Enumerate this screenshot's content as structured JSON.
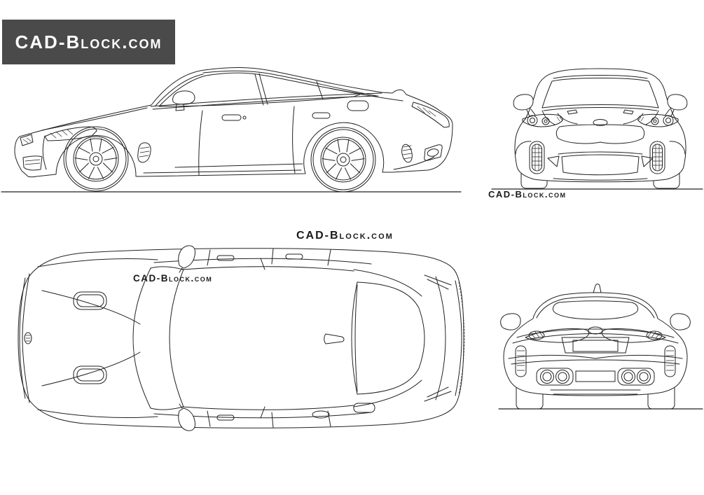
{
  "logo": {
    "text": "CAD-Block.com"
  },
  "watermarks": {
    "front_view": "CAD-Block.com",
    "top_above": "CAD-Block.com",
    "top_inner": "CAD-Block.com"
  },
  "colors": {
    "background": "#ffffff",
    "line": "#222222",
    "logo_bg": "#4a4a4a",
    "logo_text": "#ffffff",
    "watermark_text": "#1a1a1a"
  },
  "drawing": {
    "subject_views": [
      "side-profile",
      "front",
      "plan-top",
      "rear"
    ]
  }
}
